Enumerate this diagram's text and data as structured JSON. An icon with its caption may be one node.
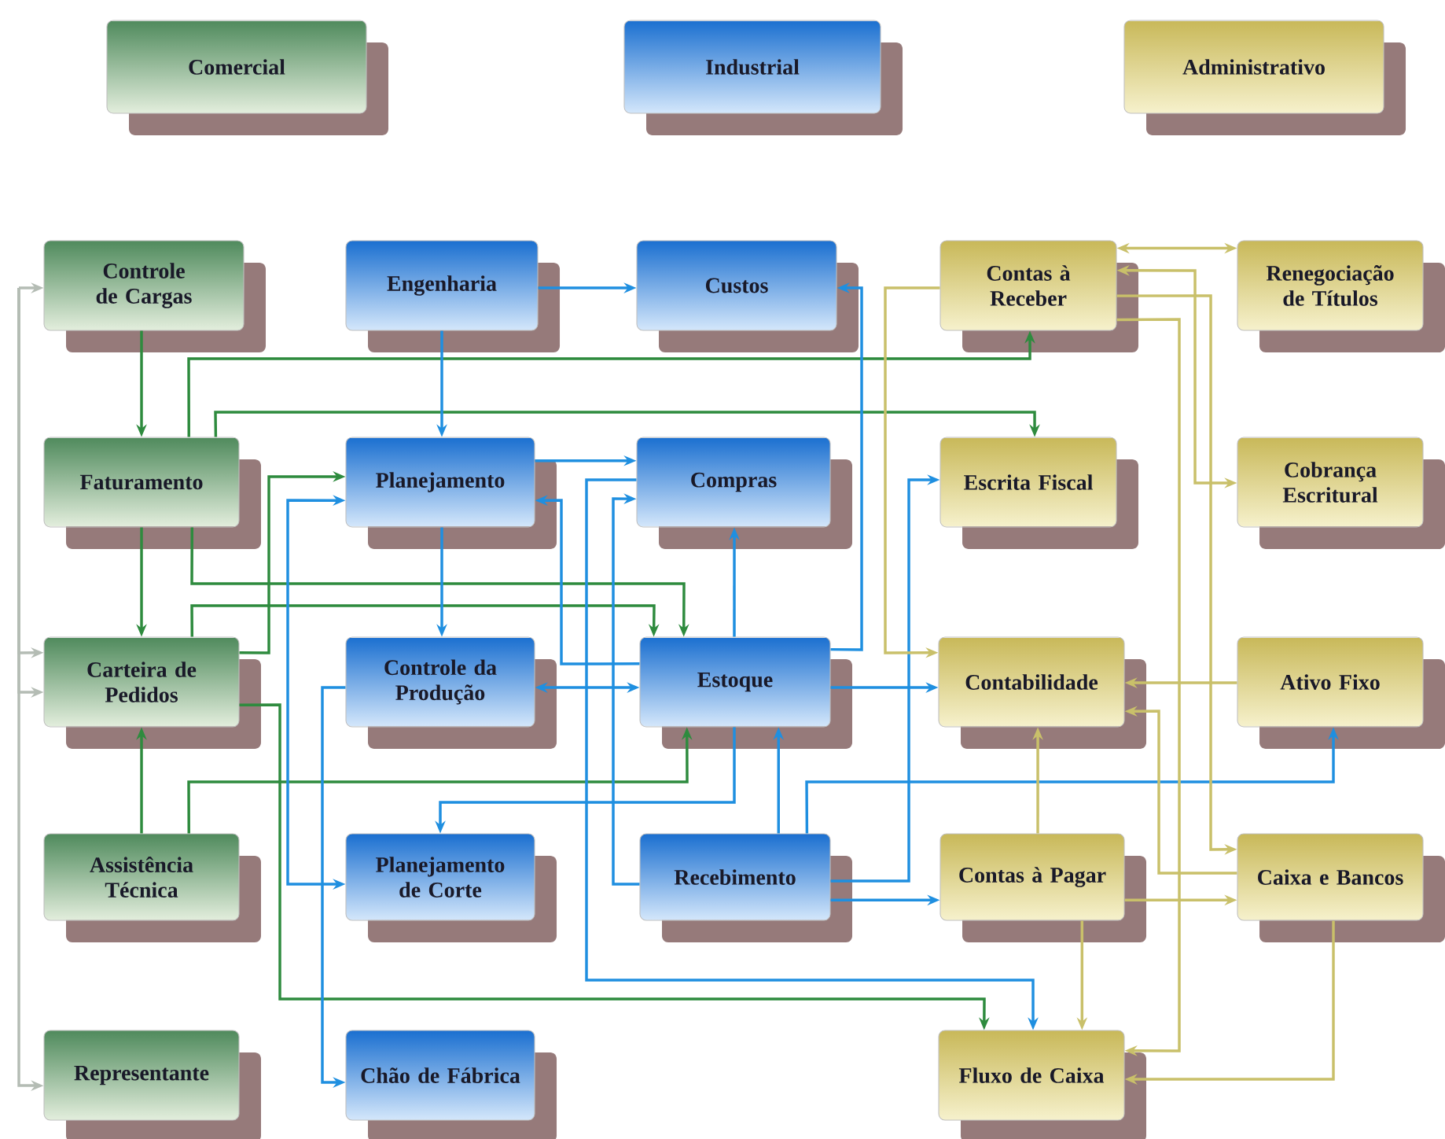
{
  "diagram": {
    "nodes": [
      {
        "text": [
          "Comercial"
        ]
      },
      {
        "text": [
          "Industrial"
        ]
      },
      {
        "text": [
          "Administrativo"
        ]
      },
      {
        "text": [
          "Controle de Cargas"
        ]
      },
      {
        "text": [
          "Engenharia"
        ]
      },
      {
        "text": [
          "Custos"
        ]
      },
      {
        "text": [
          "Contas à Receber"
        ]
      },
      {
        "text": [
          "Renegociação de Títulos"
        ]
      },
      {
        "text": [
          "Faturamento"
        ]
      },
      {
        "text": [
          "Planejamento"
        ]
      },
      {
        "text": [
          "Compras"
        ]
      },
      {
        "text": [
          "Escrita Fiscal"
        ]
      },
      {
        "text": [
          "Cobrança Escritural"
        ]
      },
      {
        "text": [
          "Carteira de Pedidos"
        ]
      },
      {
        "text": [
          "Controle da Produção"
        ]
      },
      {
        "text": [
          "Estoque"
        ]
      },
      {
        "text": [
          "Contabilidade"
        ]
      },
      {
        "text": [
          "Ativo Fixo"
        ]
      },
      {
        "text": [
          "Assistência Técnica"
        ]
      },
      {
        "text": [
          "Planejamento de Corte"
        ]
      },
      {
        "text": [
          "Recebimento"
        ]
      },
      {
        "text": [
          "Contas à Pagar"
        ]
      },
      {
        "text": [
          "Caixa e Bancos"
        ]
      },
      {
        "text": [
          "Representante"
        ]
      },
      {
        "text": [
          "Chão de Fábrica"
        ]
      },
      {
        "text": [
          "Fluxo de Caixa"
        ]
      }
    ],
    "edges": [
      {
        "from": 3,
        "to": 8,
        "arrow": "to",
        "color": "#2e8b3e"
      },
      {
        "from": 8,
        "to": 13,
        "arrow": "to",
        "color": "#2e8b3e"
      },
      {
        "from": 8,
        "to": 6,
        "arrow": "to",
        "color": "#2e8b3e"
      },
      {
        "from": 8,
        "to": 11,
        "arrow": "to",
        "color": "#2e8b3e"
      },
      {
        "from": 8,
        "to": 15,
        "arrow": "to",
        "color": "#2e8b3e"
      },
      {
        "from": 13,
        "to": 15,
        "arrow": "to",
        "color": "#2e8b3e"
      },
      {
        "from": 13,
        "to": 9,
        "arrow": "to",
        "color": "#2e8b3e"
      },
      {
        "from": 13,
        "to": 25,
        "arrow": "to",
        "color": "#2e8b3e"
      },
      {
        "from": 18,
        "to": 13,
        "arrow": "to",
        "color": "#2e8b3e"
      },
      {
        "from": 18,
        "to": 15,
        "arrow": "to",
        "color": "#2e8b3e"
      },
      {
        "from": null,
        "to": 3,
        "arrow": "to",
        "color": "#b4bcb4"
      },
      {
        "from": null,
        "to": 13,
        "arrow": "to",
        "color": "#b4bcb4"
      },
      {
        "from": null,
        "to": 13,
        "arrow": "to",
        "color": "#b4bcb4"
      },
      {
        "from": null,
        "to": 23,
        "arrow": "to",
        "color": "#b4bcb4"
      },
      {
        "from": 4,
        "to": 5,
        "arrow": "to"
      },
      {
        "from": 4,
        "to": 9,
        "arrow": "to"
      },
      {
        "from": 9,
        "to": 10,
        "arrow": "to"
      },
      {
        "from": 9,
        "to": 14,
        "arrow": "to"
      },
      {
        "from": 15,
        "to": 9,
        "arrow": "to"
      },
      {
        "from": 14,
        "to": 15,
        "arrow": "both"
      },
      {
        "from": 15,
        "to": 10,
        "arrow": "to"
      },
      {
        "from": 15,
        "to": 5,
        "arrow": "to"
      },
      {
        "from": 15,
        "to": 16,
        "arrow": "to"
      },
      {
        "from": 15,
        "to": 19,
        "arrow": "to"
      },
      {
        "from": 20,
        "to": 15,
        "arrow": "to"
      },
      {
        "from": 20,
        "to": 17,
        "arrow": "to"
      },
      {
        "from": 20,
        "to": 11,
        "arrow": "to"
      },
      {
        "from": 20,
        "to": 21,
        "arrow": "to"
      },
      {
        "from": 20,
        "to": 10,
        "arrow": "to"
      },
      {
        "from": 10,
        "to": 25,
        "arrow": "to"
      },
      {
        "from": 9,
        "to": 19,
        "arrow": "both"
      },
      {
        "from": 14,
        "to": 24,
        "arrow": "to"
      },
      {
        "from": 6,
        "to": 7,
        "arrow": "both",
        "color": "#c9c06a"
      },
      {
        "from": 6,
        "to": 12,
        "arrow": "both",
        "color": "#c9c06a"
      },
      {
        "from": 6,
        "to": 22,
        "arrow": "to",
        "color": "#c9c06a"
      },
      {
        "from": 6,
        "to": 25,
        "arrow": "to",
        "color": "#c9c06a"
      },
      {
        "from": 6,
        "to": 16,
        "arrow": "to",
        "color": "#c9c06a"
      },
      {
        "from": 17,
        "to": 16,
        "arrow": "to",
        "color": "#c9c06a"
      },
      {
        "from": 22,
        "to": 16,
        "arrow": "to",
        "color": "#c9c06a"
      },
      {
        "from": 21,
        "to": 16,
        "arrow": "to",
        "color": "#c9c06a"
      },
      {
        "from": 21,
        "to": 22,
        "arrow": "to",
        "color": "#c9c06a"
      },
      {
        "from": 21,
        "to": 25,
        "arrow": "to",
        "color": "#c9c06a"
      },
      {
        "from": 22,
        "to": 25,
        "arrow": "to",
        "color": "#c9c06a"
      }
    ]
  }
}
